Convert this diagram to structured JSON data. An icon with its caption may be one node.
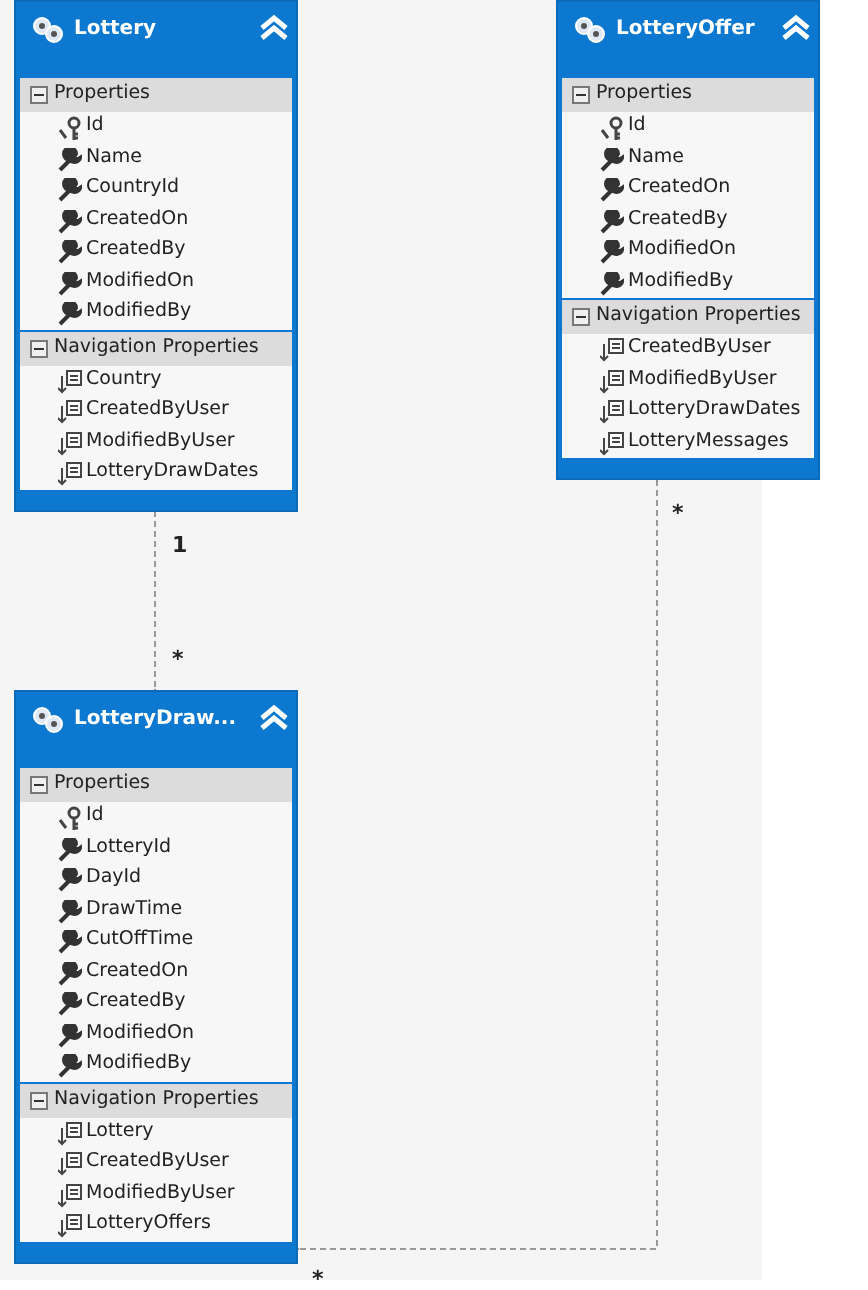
{
  "diagram": {
    "nodes": [
      {
        "text": [
          "Lottery"
        ]
      },
      {
        "text": [
          "Properties",
          "Id",
          "Name",
          "CountryId",
          "CreatedOn",
          "CreatedBy",
          "ModifiedOn",
          "ModifiedBy"
        ],
        "in": 0
      },
      {
        "text": [
          "Navigation Properties",
          "Country",
          "CreatedByUser",
          "ModifiedByUser",
          "LotteryDrawDates"
        ],
        "in": 0
      },
      {
        "text": [
          "LotteryOffer"
        ]
      },
      {
        "text": [
          "Properties",
          "Id",
          "Name",
          "CreatedOn",
          "CreatedBy",
          "ModifiedOn",
          "ModifiedBy"
        ],
        "in": 3
      },
      {
        "text": [
          "Navigation Properties",
          "CreatedByUser",
          "ModifiedByUser",
          "LotteryDrawDates",
          "LotteryMessages"
        ],
        "in": 3
      },
      {
        "text": [
          "LotteryDraw..."
        ]
      },
      {
        "text": [
          "Properties",
          "Id",
          "LotteryId",
          "DayId",
          "DrawTime",
          "CutOffTime",
          "CreatedOn",
          "CreatedBy",
          "ModifiedOn",
          "ModifiedBy"
        ],
        "in": 6
      },
      {
        "text": [
          "Navigation Properties",
          "Lottery",
          "CreatedByUser",
          "ModifiedByUser",
          "LotteryOffers"
        ],
        "in": 6
      }
    ],
    "edges": [
      {
        "from": 0,
        "to": 6,
        "arrow": "other",
        "style": "dashed"
      },
      {
        "from": 3,
        "to": 6,
        "arrow": "other",
        "style": "dashed"
      }
    ],
    "labels": [
      "*",
      "1",
      "*",
      "*"
    ]
  }
}
